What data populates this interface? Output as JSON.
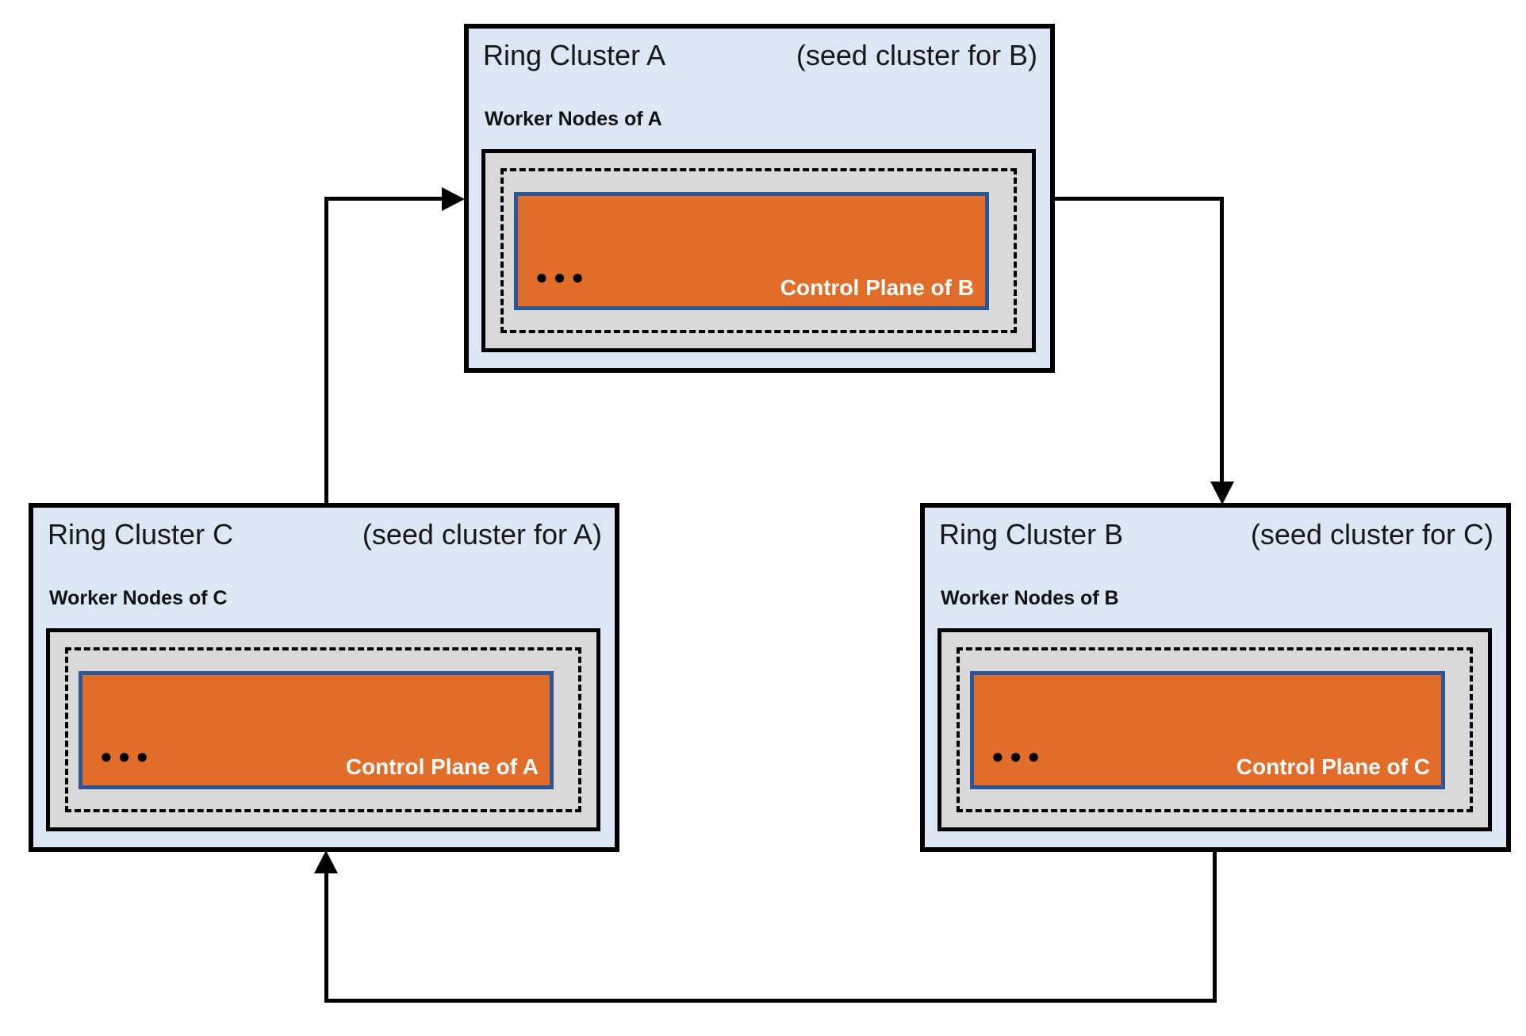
{
  "clusters": {
    "a": {
      "name": "Ring Cluster A",
      "seed_note": "(seed cluster for B)",
      "worker_label": "Worker Nodes of A",
      "control_plane_label": "Control Plane of B",
      "dots": "●●●"
    },
    "b": {
      "name": "Ring Cluster B",
      "seed_note": "(seed cluster for C)",
      "worker_label": "Worker Nodes of B",
      "control_plane_label": "Control Plane of C",
      "dots": "●●●"
    },
    "c": {
      "name": "Ring Cluster C",
      "seed_note": "(seed cluster for A)",
      "worker_label": "Worker Nodes of C",
      "control_plane_label": "Control Plane of A",
      "dots": "●●●"
    }
  },
  "edges": [
    {
      "from": "Ring Cluster C",
      "to": "Ring Cluster A"
    },
    {
      "from": "Ring Cluster A",
      "to": "Ring Cluster B"
    },
    {
      "from": "Ring Cluster B",
      "to": "Ring Cluster C"
    }
  ],
  "colors": {
    "cluster_fill": "#dbe7f4",
    "worker_pool_fill": "#d9d9d9",
    "control_plane_fill": "#e16d29",
    "control_plane_border": "#2e5695",
    "line": "#000000",
    "cluster_border": "#000000"
  }
}
